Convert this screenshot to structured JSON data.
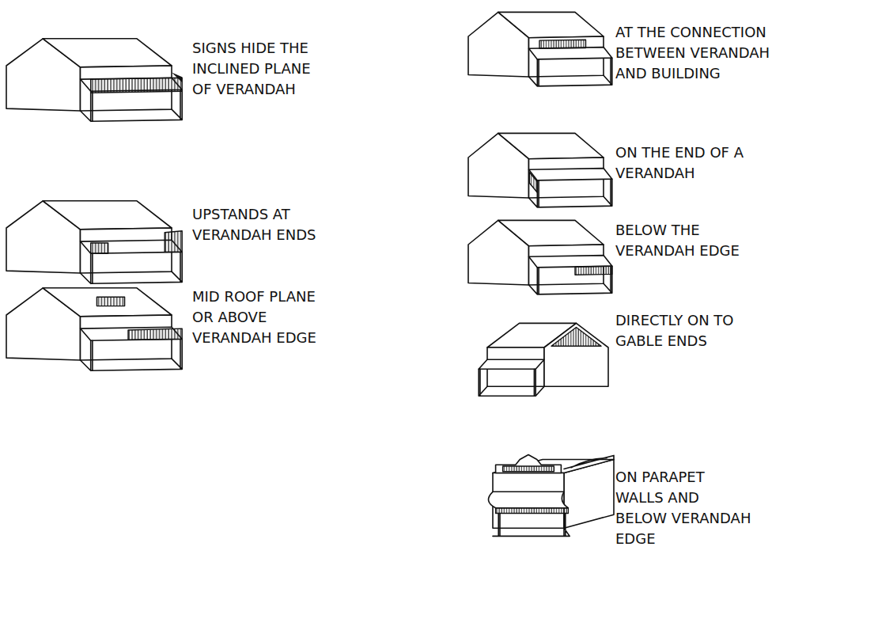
{
  "diagram": {
    "labels": [
      "SIGNS HIDE THE INCLINED PLANE OF VERANDAH",
      "UPSTANDS AT VERANDAH ENDS",
      "MID ROOF PLANE OR ABOVE VERANDAH EDGE",
      "AT THE CONNECTION BETWEEN VERANDAH AND BUILDING",
      "ON THE END OF A VERANDAH",
      "BELOW THE VERANDAH EDGE",
      "DIRECTLY ON TO GABLE ENDS",
      "ON PARAPET WALLS AND BELOW VERANDAH EDGE"
    ]
  }
}
